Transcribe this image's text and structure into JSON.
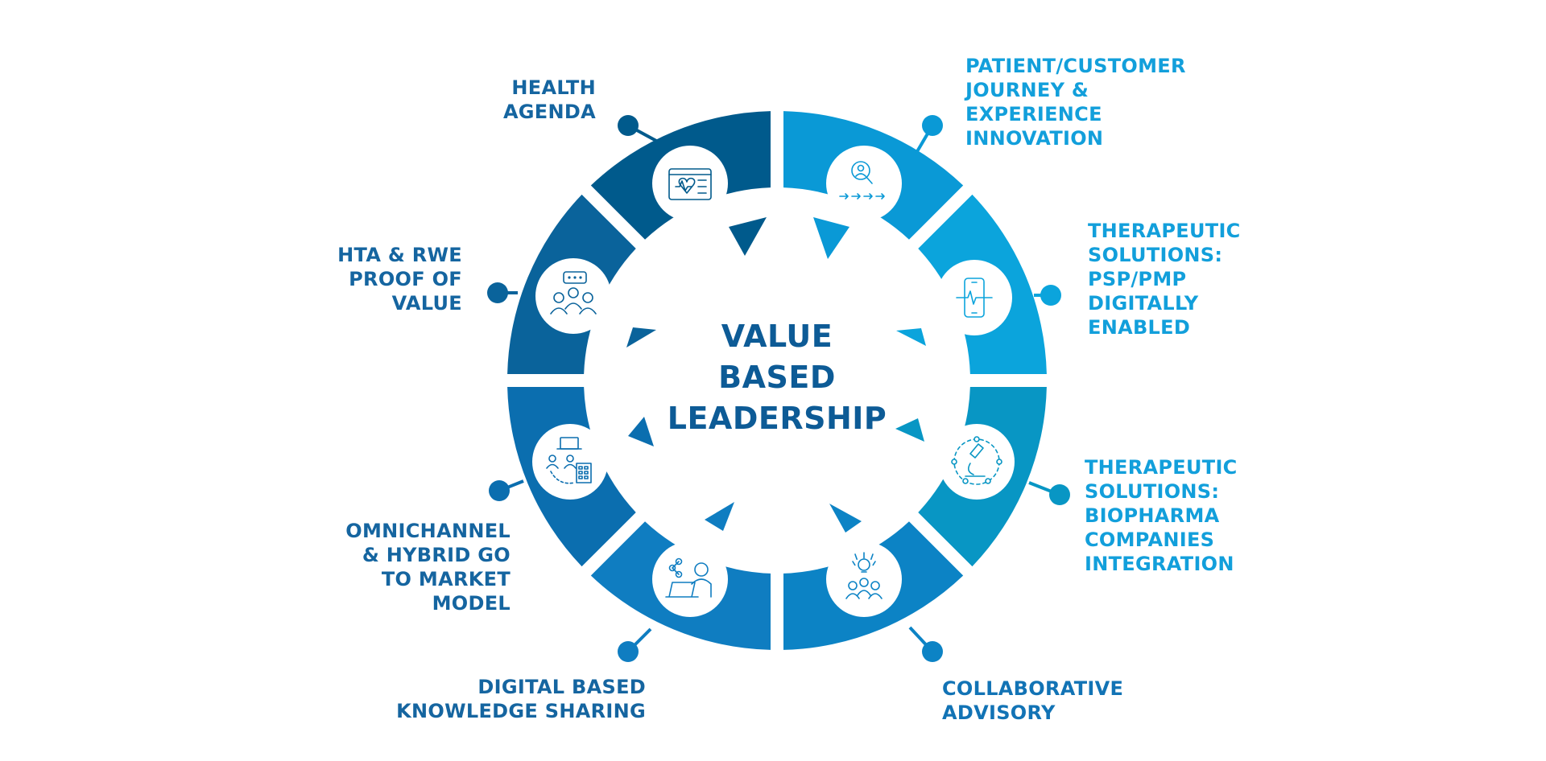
{
  "center_title": [
    "VALUE",
    "BASED",
    "LEADERSHIP"
  ],
  "colors": {
    "title": "#0d5b96",
    "dark": "#005a8c",
    "dark2": "#0a639b",
    "mid": "#0b75b7",
    "mid2": "#0f7dc1",
    "light": "#0a99d6",
    "light2": "#0ba4dc",
    "teal": "#0896c4",
    "label_dark": "#1565a0",
    "label_light": "#129fdb"
  },
  "segments": [
    {
      "id": "health-agenda",
      "icon": "health-dashboard-icon",
      "color": "#005a8c",
      "label": [
        "HEALTH",
        "AGENDA"
      ]
    },
    {
      "id": "patient-journey",
      "icon": "patient-journey-icon",
      "color": "#0a99d6",
      "label": [
        "PATIENT/CUSTOMER",
        "JOURNEY &",
        "EXPERIENCE",
        "INNOVATION"
      ]
    },
    {
      "id": "therapeutic-psp",
      "icon": "mobile-heartbeat-icon",
      "color": "#0ba4dc",
      "label": [
        "THERAPEUTIC",
        "SOLUTIONS:",
        "PSP/PMP",
        "DIGITALLY",
        "ENABLED"
      ]
    },
    {
      "id": "therapeutic-biopharma",
      "icon": "microscope-icon",
      "color": "#0896c4",
      "label": [
        "THERAPEUTIC",
        "SOLUTIONS:",
        "BIOPHARMA",
        "COMPANIES",
        "INTEGRATION"
      ]
    },
    {
      "id": "collaborative-advisory",
      "icon": "team-idea-icon",
      "color": "#0c83c5",
      "label": [
        "COLLABORATIVE",
        "ADVISORY"
      ]
    },
    {
      "id": "digital-knowledge",
      "icon": "laptop-share-icon",
      "color": "#0f7dc1",
      "label": [
        "DIGITAL BASED",
        "KNOWLEDGE SHARING"
      ]
    },
    {
      "id": "omnichannel",
      "icon": "omnichannel-network-icon",
      "color": "#0b6eaf",
      "label": [
        "OMNICHANNEL",
        "& HYBRID GO",
        "TO MARKET",
        "MODEL"
      ]
    },
    {
      "id": "hta-rwe",
      "icon": "group-discussion-icon",
      "color": "#0a639b",
      "label": [
        "HTA & RWE",
        "PROOF OF",
        "VALUE"
      ]
    }
  ]
}
